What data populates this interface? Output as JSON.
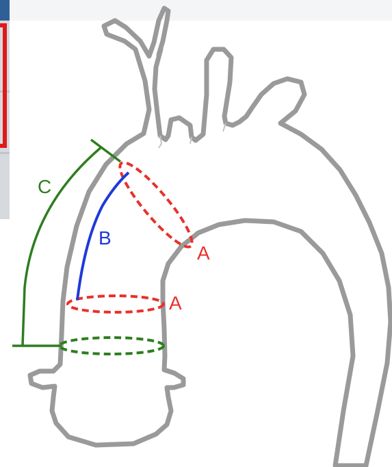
{
  "labels": {
    "c": "C",
    "b": "B",
    "a_upper": "A",
    "a_lower": "A"
  },
  "colors": {
    "vessel_outline": "#9a9a9a",
    "label_a": "#e8312b",
    "label_b": "#1f3ad8",
    "label_c": "#2e7d1e",
    "left_panel": "#d6d9de",
    "left_panel_top": "#2f5f97",
    "frame": "#e01919"
  }
}
